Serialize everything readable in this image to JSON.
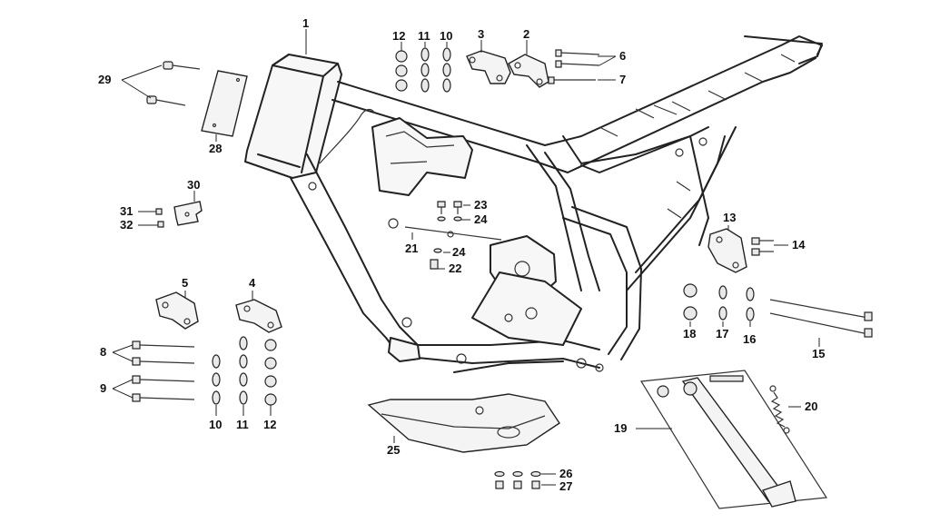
{
  "callouts": {
    "c1": "1",
    "c2": "2",
    "c3": "3",
    "c4": "4",
    "c5": "5",
    "c6": "6",
    "c7": "7",
    "c8": "8",
    "c9": "9",
    "c10a": "10",
    "c10b": "10",
    "c11a": "11",
    "c11b": "11",
    "c12a": "12",
    "c12b": "12",
    "c13": "13",
    "c14": "14",
    "c15": "15",
    "c16": "16",
    "c17": "17",
    "c18": "18",
    "c19": "19",
    "c20": "20",
    "c21": "21",
    "c22": "22",
    "c23": "23",
    "c24a": "24",
    "c24b": "24",
    "c25": "25",
    "c26": "26",
    "c27": "27",
    "c28": "28",
    "c29": "29",
    "c30": "30",
    "c31": "31",
    "c32": "32"
  },
  "icons": {
    "frame": "motorcycle-frame-icon",
    "plate": "mounting-plate-icon",
    "bolt": "bolt-icon",
    "washer": "washer-icon",
    "spring_washer": "spring-washer-icon",
    "nut": "nut-icon",
    "skid_plate": "skid-plate-icon",
    "side_stand": "side-stand-icon",
    "spring": "spring-icon",
    "label": "frame-label-icon",
    "rivet": "rivet-icon",
    "bracket": "bracket-icon"
  },
  "colors": {
    "line": "#222222",
    "background": "#ffffff"
  }
}
